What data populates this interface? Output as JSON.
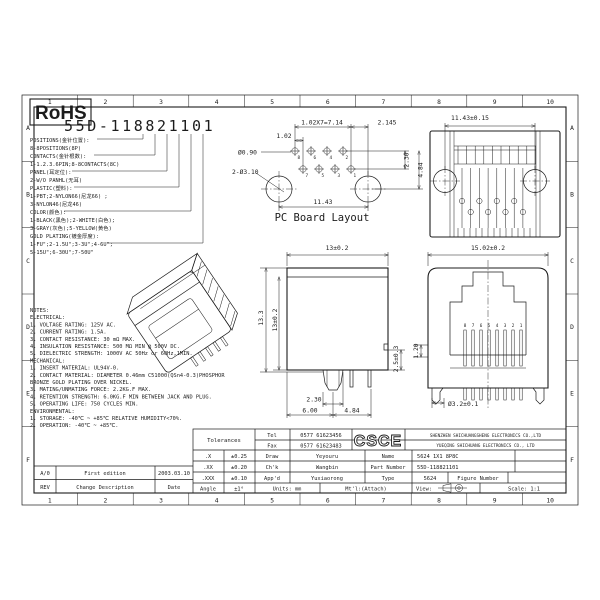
{
  "frame": {
    "columns": [
      "1",
      "2",
      "3",
      "4",
      "5",
      "6",
      "7",
      "8",
      "9",
      "10"
    ],
    "rows": [
      "A",
      "B",
      "C",
      "D",
      "E",
      "F"
    ]
  },
  "header": {
    "rohs": "RoHS",
    "part_number": "55D-118821101"
  },
  "breakdown": {
    "lines": [
      "POSITIONS(金针位置):",
      "8-8POSITIONS(8P)",
      "CONTACTS(金针根数):",
      "1-1.2.3.6PIN;8-8CONTACTS(8C)",
      "PANEL(耳定位):",
      "2-W/O PANHL(无耳)",
      "PLASTIC(塑料):",
      "1-PBT;2-NYLON66(尼龙66) ;",
      "3-NYLON46(尼龙46)",
      "COLOR(颜色):",
      "1-BLACK(黑色);2-WHITE(白色);",
      "3-GRAY(灰色);5-YELLOW(黄色)",
      "GOLD PLATING(镀金厚度):",
      "1-FU\";2-1.5U\";3-3U\";4-6U\";",
      "5-15U\";6-30U\";7-50U\""
    ]
  },
  "notes": {
    "lines": [
      "NOTES:",
      "ELECTRICAL:",
      "1. VOLTAGE RATING: 125V AC.",
      "2. CURRENT RATING: 1.5A.",
      "3. CONTACT RESISTANCE: 30 mΩ MAX.",
      "4. INSULATION RESISTANCE: 500 MΩ MIN @ 500V DC.",
      "5. DIELECTRIC STRENGTH: 1000V AC 50Hz or 60Hz,1MIN.",
      "MECHANICAL:",
      "1. INSERT MATERIAL: UL94V-0.",
      "2. CONTACT MATERIAL: DIAMETER 0.46mm C51000(QSn4-0.3)PHOSPHOR",
      "             BRONZE GOLD PLATING OVER NICKEL.",
      "3. MATING/UNMATING FORCE: 2.2KG.F MAX.",
      "4. RETENTION STRENGTH: 6.0KG.F MIN BETWEEN JACK AND PLUG.",
      "5. OPERATING LIFE: 750 CYCLES MIN.",
      "ENVIRONMENTAL:",
      "1. STORAGE: -40℃ ~ +85℃ RELATIVE HUMIDITY<70%.",
      "2. OPERATION: -40℃ ~ +85℃."
    ]
  },
  "pcb": {
    "caption": "PC Board Layout",
    "dim_pitch": "1.02",
    "dim_pitch_total": "1.02X7=7.14",
    "dim_offset": "2.145",
    "dim_pad_dia": "Ø0.90",
    "dim_hole_dia": "2-Ø3.10",
    "dim_row_gap": "2.30",
    "dim_row_to_hole": "4.84",
    "dim_span": "11.43",
    "pads_top": [
      "8",
      "6",
      "4",
      "2"
    ],
    "pads_bottom": [
      "7",
      "5",
      "3",
      "1"
    ]
  },
  "views": {
    "bottom": {
      "dim_width": "11.43±0.15"
    },
    "side": {
      "dim_width": "13±0.2",
      "dim_height_total": "13.3",
      "dim_height": "13±0.2",
      "dim_standoff": "2.5±0.3",
      "dim_peg": "2.30",
      "dim_left": "6.00",
      "dim_right": "4.84"
    },
    "front": {
      "dim_width": "15.02±0.2",
      "pins": [
        "8",
        "7",
        "6",
        "5",
        "4",
        "3",
        "2",
        "1"
      ],
      "dim_hole": "Ø3.2±0.1",
      "dim_pin": "1.20"
    }
  },
  "title_block": {
    "tolerances": {
      "title": "Tolerances",
      "rows": [
        {
          "label": ".X",
          "value": "±0.25"
        },
        {
          "label": ".XX",
          "value": "±0.20"
        },
        {
          "label": ".XXX",
          "value": "±0.10"
        },
        {
          "label": "Angle",
          "value": "±1°"
        }
      ]
    },
    "tel_label": "Tel",
    "tel": "0577 61623456",
    "fax_label": "Fax",
    "fax": "0577 61623483",
    "signoff": [
      {
        "label": "Draw",
        "value": "Yeyouru"
      },
      {
        "label": "Ch'k",
        "value": "Wangbin"
      },
      {
        "label": "App'd",
        "value": "Yuxiaorong"
      }
    ],
    "logo": "CSCE",
    "company_line1": "SHENZHEN SHICHUANGSHENG ELECTRONICS CO.,LTD",
    "company_line2": "YUEQING SHICHUANG ELECTRONICS CO., LTD",
    "name_label": "Name",
    "name_value": "5624 1X1 8P8C",
    "part_label": "Part Number",
    "part_value": "55D-118821101",
    "type_label": "Type",
    "type_value": "5624",
    "figure_label": "Figure Number",
    "units": "Units: mm",
    "material": "Mt'l:(Attach)",
    "view_label": "View:",
    "scale": "Scale: 1:1",
    "revision": {
      "rev": "A/0",
      "desc": "First edition",
      "date": "2003.03.10",
      "rev_h": "REV",
      "desc_h": "Change Description",
      "date_h": "Date"
    }
  }
}
